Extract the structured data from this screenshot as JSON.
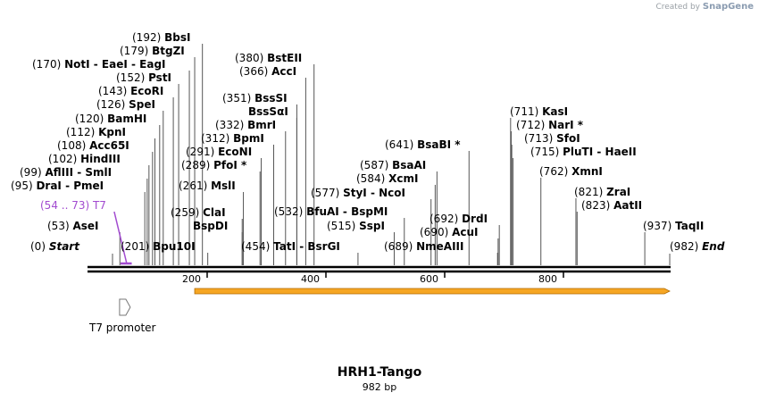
{
  "credit": {
    "prefix": "Created by",
    "brand": "SnapGene"
  },
  "sequence": {
    "name": "HRH1-Tango",
    "length_label": "982 bp",
    "length": 982
  },
  "axis_ticks": [
    "200",
    "400",
    "600",
    "800"
  ],
  "feature": {
    "name": "T7 promoter",
    "start": 54,
    "end": 73
  },
  "orf": {
    "start": 185,
    "end": 982,
    "color": "#f6a623"
  },
  "primer": {
    "range": "(54 .. 73)",
    "name": "T7",
    "color": "#a24bd0"
  },
  "sites": [
    {
      "pos": "(0)",
      "name": "Start",
      "site": 0,
      "italic": true
    },
    {
      "pos": "(53)",
      "name": "AseI",
      "site": 53
    },
    {
      "pos": "(95)",
      "name": "DraI  -  PmeI",
      "site": 95
    },
    {
      "pos": "(99)",
      "name": "AflIII  -  SmlI",
      "site": 99
    },
    {
      "pos": "(102)",
      "name": "HindIII",
      "site": 102
    },
    {
      "pos": "(108)",
      "name": "Acc65I",
      "site": 108
    },
    {
      "pos": "(112)",
      "name": "KpnI",
      "site": 112
    },
    {
      "pos": "(120)",
      "name": "BamHI",
      "site": 120
    },
    {
      "pos": "(126)",
      "name": "SpeI",
      "site": 126
    },
    {
      "pos": "(143)",
      "name": "EcoRI",
      "site": 143
    },
    {
      "pos": "(152)",
      "name": "PstI",
      "site": 152
    },
    {
      "pos": "(170)",
      "name": "NotI  -  EaeI  -  EagI",
      "site": 170
    },
    {
      "pos": "(179)",
      "name": "BtgZI",
      "site": 179
    },
    {
      "pos": "(192)",
      "name": "BbsI",
      "site": 192
    },
    {
      "pos": "(201)",
      "name": "Bpu10I",
      "site": 201
    },
    {
      "pos": "(259)",
      "name": "ClaI",
      "site": 259
    },
    {
      "pos": "",
      "name": "BspDI",
      "site": 259
    },
    {
      "pos": "(261)",
      "name": "MslI",
      "site": 261
    },
    {
      "pos": "(289)",
      "name": "PfoI *",
      "site": 289
    },
    {
      "pos": "(291)",
      "name": "EcoNI",
      "site": 291
    },
    {
      "pos": "(312)",
      "name": "BpmI",
      "site": 312
    },
    {
      "pos": "(332)",
      "name": "BmrI",
      "site": 332
    },
    {
      "pos": "",
      "name": "BssSαI",
      "site": 351
    },
    {
      "pos": "(351)",
      "name": "BssSI",
      "site": 351
    },
    {
      "pos": "(366)",
      "name": "AccI",
      "site": 366
    },
    {
      "pos": "(380)",
      "name": "BstEII",
      "site": 380
    },
    {
      "pos": "(454)",
      "name": "TatI  -  BsrGI",
      "site": 454
    },
    {
      "pos": "(532)",
      "name": "BfuAI  -  BspMI",
      "site": 532
    },
    {
      "pos": "(515)",
      "name": "SspI",
      "site": 515
    },
    {
      "pos": "(577)",
      "name": "StyI  -  NcoI",
      "site": 577
    },
    {
      "pos": "(584)",
      "name": "XcmI",
      "site": 584
    },
    {
      "pos": "(587)",
      "name": "BsaAI",
      "site": 587
    },
    {
      "pos": "(641)",
      "name": "BsaBI *",
      "site": 641
    },
    {
      "pos": "(689)",
      "name": "NmeAIII",
      "site": 689
    },
    {
      "pos": "(690)",
      "name": "AcuI",
      "site": 690
    },
    {
      "pos": "(692)",
      "name": "DrdI",
      "site": 692
    },
    {
      "pos": "(711)",
      "name": "KasI",
      "site": 711
    },
    {
      "pos": "(712)",
      "name": "NarI *",
      "site": 712
    },
    {
      "pos": "(713)",
      "name": "SfoI",
      "site": 713
    },
    {
      "pos": "(715)",
      "name": "PluTI  -  HaeII",
      "site": 715
    },
    {
      "pos": "(762)",
      "name": "XmnI",
      "site": 762
    },
    {
      "pos": "(821)",
      "name": "ZraI",
      "site": 821
    },
    {
      "pos": "(823)",
      "name": "AatII",
      "site": 823
    },
    {
      "pos": "(937)",
      "name": "TaqII",
      "site": 937
    },
    {
      "pos": "(982)",
      "name": "End",
      "site": 982,
      "italic": true
    }
  ]
}
